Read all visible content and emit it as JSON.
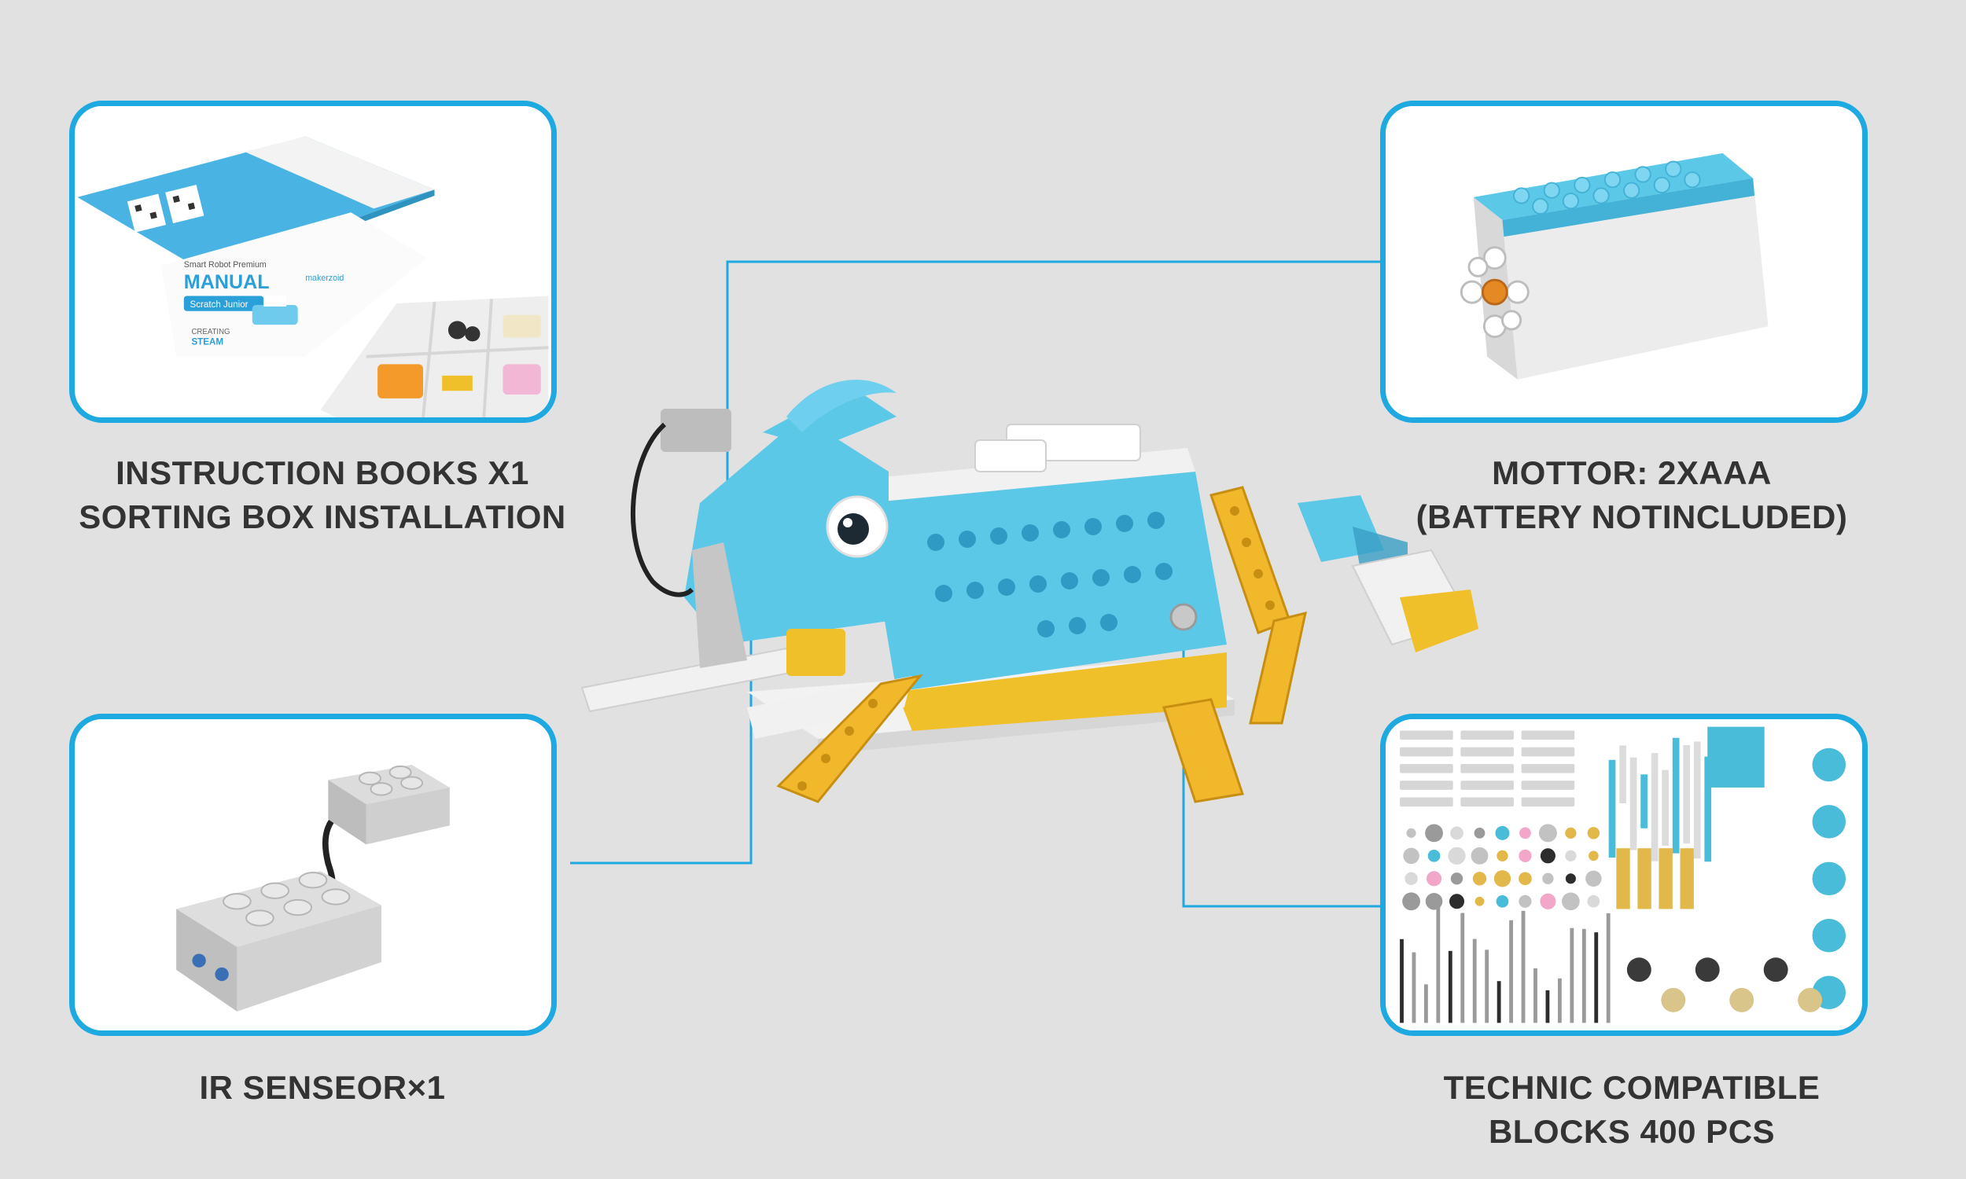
{
  "colors": {
    "accent": "#1ea9e1",
    "background": "#e1e1e1",
    "text": "#333333",
    "brick_blue": "#5cc8e8",
    "brick_yellow": "#f0c02a",
    "brick_white": "#f4f4f4",
    "brick_gray": "#c4c4c4"
  },
  "features": [
    {
      "id": "instruction-books",
      "lines": [
        "INSTRUCTION BOOKS X1",
        "SORTING BOX INSTALLATION"
      ],
      "manual": {
        "brand": "makerzoid",
        "subtitle": "Smart Robot Premium",
        "title": "MANUAL",
        "badge": "Scratch Junior",
        "slogan_1": "CREATING",
        "slogan_2": "STEAM"
      }
    },
    {
      "id": "motor",
      "lines": [
        "MOTTOR: 2XAAA",
        "(BATTERY NOTINCLUDED)"
      ]
    },
    {
      "id": "ir-sensor",
      "lines": [
        "IR SENSEOR×1"
      ]
    },
    {
      "id": "blocks",
      "lines": [
        "TECHNIC COMPATIBLE",
        "BLOCKS 400 PCS"
      ]
    }
  ]
}
